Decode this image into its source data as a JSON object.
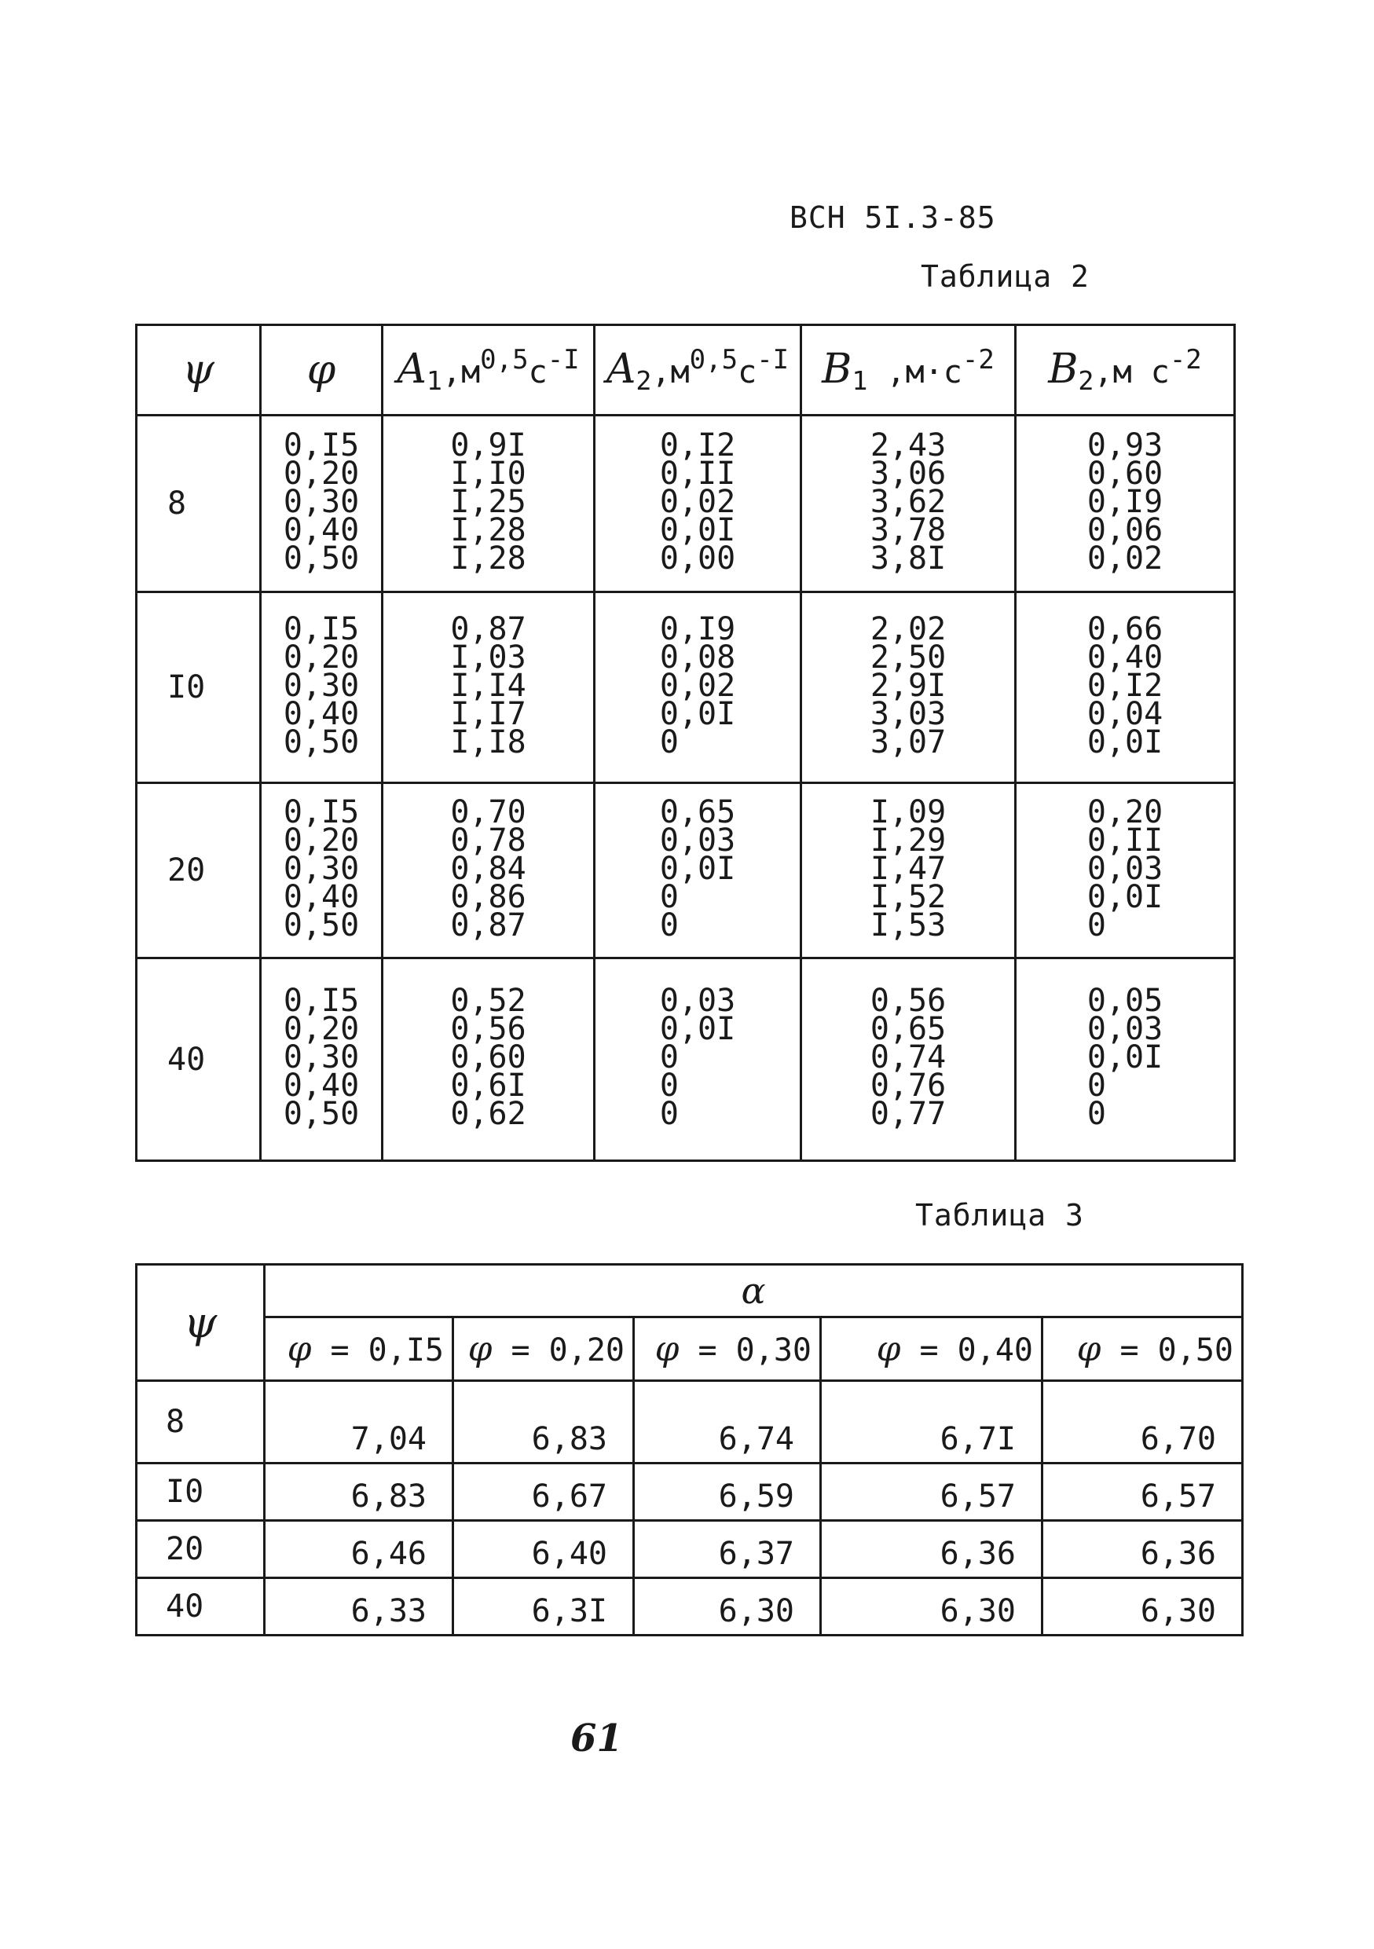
{
  "header": {
    "doc_code": "ВСН 5I.3-85"
  },
  "table2": {
    "label": "Таблица 2",
    "headers": {
      "psi": "ψ",
      "phi": "φ",
      "a1_sym": "A",
      "a1_sub": "1",
      "a1_unit": ",м",
      "a1_exp1": "0,5",
      "a1_unit2": "с",
      "a1_exp2": "-I",
      "a2_sym": "A",
      "a2_sub": "2",
      "a2_unit": ",м",
      "a2_exp1": "0,5",
      "a2_unit2": "с",
      "a2_exp2": "-I",
      "b1_sym": "B",
      "b1_sub": "1",
      "b1_unit": " ,м·с",
      "b1_exp": "-2",
      "b2_sym": "B",
      "b2_sub": "2",
      "b2_unit": ",м с",
      "b2_exp": "-2"
    },
    "groups": [
      {
        "psi": "8",
        "phi": [
          "0,I5",
          "0,20",
          "0,30",
          "0,40",
          "0,50"
        ],
        "a1": [
          "0,9I",
          "I,I0",
          "I,25",
          "I,28",
          "I,28"
        ],
        "a2": [
          "0,I2",
          "0,II",
          "0,02",
          "0,0I",
          "0,00"
        ],
        "b1": [
          "2,43",
          "3,06",
          "3,62",
          "3,78",
          "3,8I"
        ],
        "b2": [
          "0,93",
          "0,60",
          "0,I9",
          "0,06",
          "0,02"
        ]
      },
      {
        "psi": "I0",
        "phi": [
          "0,I5",
          "0,20",
          "0,30",
          "0,40",
          "0,50"
        ],
        "a1": [
          "0,87",
          "I,03",
          "I,I4",
          "I,I7",
          "I,I8"
        ],
        "a2": [
          "0,I9",
          "0,08",
          "0,02",
          "0,0I",
          "0"
        ],
        "b1": [
          "2,02",
          "2,50",
          "2,9I",
          "3,03",
          "3,07"
        ],
        "b2": [
          "0,66",
          "0,40",
          "0,I2",
          "0,04",
          "0,0I"
        ]
      },
      {
        "psi": "20",
        "phi": [
          "0,I5",
          "0,20",
          "0,30",
          "0,40",
          "0,50"
        ],
        "a1": [
          "0,70",
          "0,78",
          "0,84",
          "0,86",
          "0,87"
        ],
        "a2": [
          "0,65",
          "0,03",
          "0,0I",
          "0",
          "0"
        ],
        "b1": [
          "I,09",
          "I,29",
          "I,47",
          "I,52",
          "I,53"
        ],
        "b2": [
          "0,20",
          "0,II",
          "0,03",
          "0,0I",
          "0"
        ]
      },
      {
        "psi": "40",
        "phi": [
          "0,I5",
          "0,20",
          "0,30",
          "0,40",
          "0,50"
        ],
        "a1": [
          "0,52",
          "0,56",
          "0,60",
          "0,6I",
          "0,62"
        ],
        "a2": [
          "0,03",
          "0,0I",
          "0",
          "0",
          "0"
        ],
        "b1": [
          "0,56",
          "0,65",
          "0,74",
          "0,76",
          "0,77"
        ],
        "b2": [
          "0,05",
          "0,03",
          "0,0I",
          "0",
          "0"
        ]
      }
    ]
  },
  "table3": {
    "label": "Таблица 3",
    "psi_header": "ψ",
    "alpha_header": "α",
    "phi_symbol": "φ",
    "phi_values": [
      "= 0,I5",
      "= 0,20",
      "= 0,30",
      "= 0,40",
      "= 0,50"
    ],
    "rows": [
      {
        "psi": "8",
        "values": [
          "7,04",
          "6,83",
          "6,74",
          "6,7I",
          "6,70"
        ]
      },
      {
        "psi": "I0",
        "values": [
          "6,83",
          "6,67",
          "6,59",
          "6,57",
          "6,57"
        ]
      },
      {
        "psi": "20",
        "values": [
          "6,46",
          "6,40",
          "6,37",
          "6,36",
          "6,36"
        ]
      },
      {
        "psi": "40",
        "values": [
          "6,33",
          "6,3I",
          "6,30",
          "6,30",
          "6,30"
        ]
      }
    ]
  },
  "footer": {
    "page_number": "61"
  }
}
